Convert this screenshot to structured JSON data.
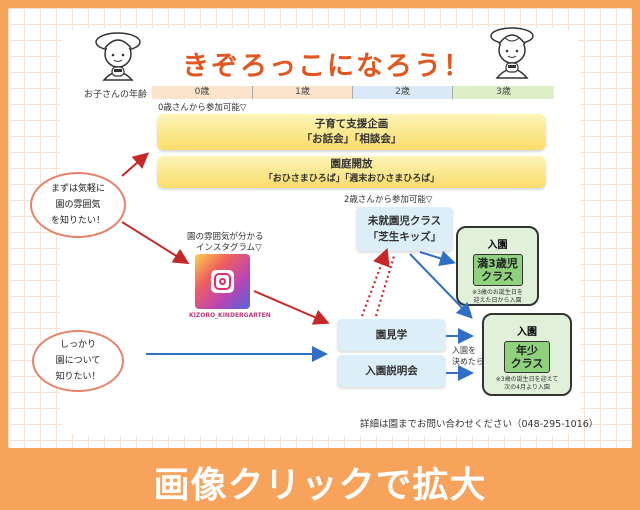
{
  "title": "きぞろっこになろう！",
  "age_label": "お子さんの年齢",
  "ages": [
    {
      "label": "0歳",
      "color": "#fbe3cc"
    },
    {
      "label": "1歳",
      "color": "#fbe3cc"
    },
    {
      "label": "2歳",
      "color": "#dbe8f6"
    },
    {
      "label": "3歳",
      "color": "#dcefc6"
    }
  ],
  "note_from_0": "0歳さんから参加可能▽",
  "support": {
    "line1": "子育て支援企画",
    "line2": "「お話会」「相談会」"
  },
  "garden": {
    "line1": "園庭開放",
    "line2": "「おひさまひろば」「週末おひさまひろば」"
  },
  "note_from_2": "2歳さんから参加可能▽",
  "pre_class": {
    "line1": "未就園児クラス",
    "line2": "「芝生キッズ」"
  },
  "cloud1": [
    "まずは気軽に",
    "園の雰囲気",
    "を知りたい！"
  ],
  "cloud2": [
    "しっかり",
    "園について",
    "知りたい！"
  ],
  "instagram": {
    "caption1": "園の雰囲気が分かる",
    "caption2": "インスタグラム▽",
    "handle": "KIZORO_KINDERGARTEN"
  },
  "visit": "園見学",
  "briefing": "入園説明会",
  "decide": [
    "入園を",
    "決めたら"
  ],
  "enroll1": {
    "title": "入園",
    "class": [
      "満3歳児",
      "クラス"
    ],
    "note": [
      "※3歳のお誕生日を",
      "迎えた日から入園"
    ]
  },
  "enroll2": {
    "title": "入園",
    "class": [
      "年少",
      "クラス"
    ],
    "note": [
      "※3歳の誕生日を迎えて",
      "次の4月より入園"
    ]
  },
  "contact": "詳細は園までお問い合わせください（048-295-1016）",
  "footer": "画像クリックで拡大"
}
